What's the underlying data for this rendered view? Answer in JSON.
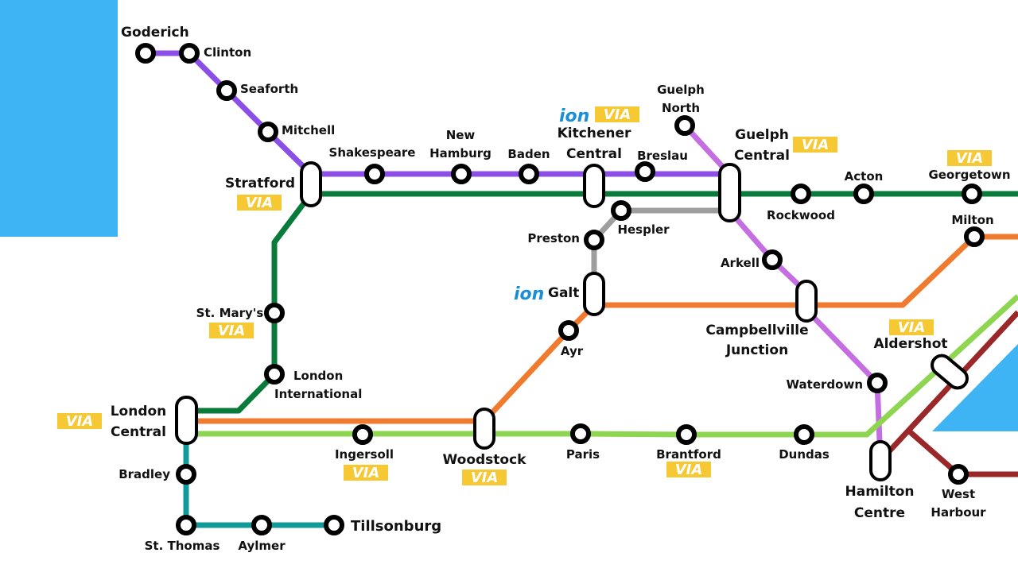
{
  "colors": {
    "water": "#3fb4f5",
    "huron_line": "#8b4fe8",
    "kitchener_line": "#087a3a",
    "lakeshore_west": "#8ed651",
    "milton_line": "#f07a2e",
    "guelph_junction": "#c46ee2",
    "ion_light_rail": "#9e9e9e",
    "st_thomas_line": "#109a9a",
    "west_harbour_line": "#9b2828",
    "via_badge": "#f6c833",
    "ion_logo": "#1a8fd9"
  },
  "brands": {
    "ion": "ion",
    "via": "VIA"
  },
  "stations": {
    "goderich": "Goderich",
    "clinton": "Clinton",
    "seaforth": "Seaforth",
    "mitchell": "Mitchell",
    "stratford": "Stratford",
    "shakespeare": "Shakespeare",
    "new_hamburg": [
      "New",
      "Hamburg"
    ],
    "baden": "Baden",
    "kitchener_central": [
      "Kitchener",
      "Central"
    ],
    "breslau": "Breslau",
    "guelph_north": [
      "Guelph",
      "North"
    ],
    "guelph_central": [
      "Guelph",
      "Central"
    ],
    "rockwood": "Rockwood",
    "acton": "Acton",
    "georgetown": "Georgetown",
    "milton": "Milton",
    "hespler": "Hespler",
    "preston": "Preston",
    "galt": "Galt",
    "ayr": "Ayr",
    "arkell": "Arkell",
    "campbellville_junction": [
      "Campbellville",
      "Junction"
    ],
    "aldershot": "Aldershot",
    "waterdown": "Waterdown",
    "st_marys": "St. Mary's",
    "london_international": [
      "London",
      "International"
    ],
    "london_central": [
      "London",
      "Central"
    ],
    "ingersoll": "Ingersoll",
    "woodstock": "Woodstock",
    "paris": "Paris",
    "brantford": "Brantford",
    "dundas": "Dundas",
    "hamilton_centre": [
      "Hamilton",
      "Centre"
    ],
    "west_harbour": [
      "West",
      "Harbour"
    ],
    "bradley": "Bradley",
    "st_thomas": "St. Thomas",
    "aylmer": "Aylmer",
    "tillsonburg": "Tillsonburg"
  }
}
